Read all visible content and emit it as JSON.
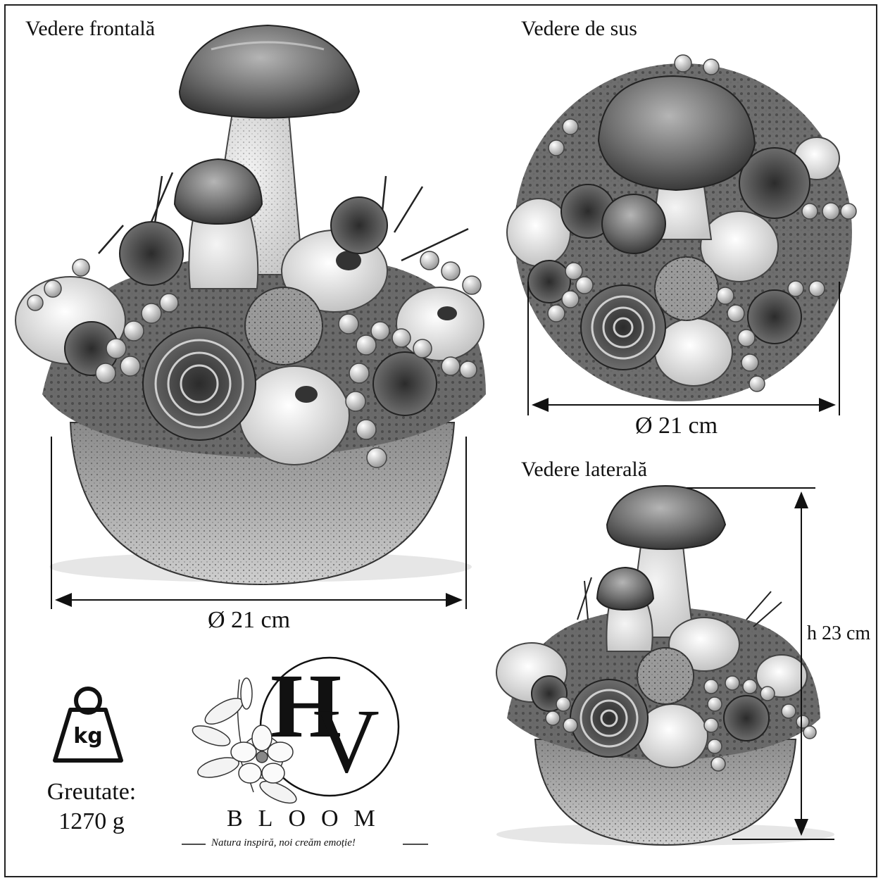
{
  "views": {
    "front": {
      "label": "Vedere frontală",
      "dimension": "Ø 21 cm"
    },
    "top": {
      "label": "Vedere de sus",
      "dimension": "Ø 21 cm"
    },
    "side": {
      "label": "Vedere laterală",
      "dimension": "h 23 cm"
    }
  },
  "weight": {
    "icon": "kg",
    "label": "Greutate:",
    "value": "1270 g"
  },
  "brand": {
    "monogram_h": "H",
    "monogram_v": "V",
    "name": "BLOOM",
    "tagline": "Natura inspiră, noi creăm emoție!"
  },
  "icons": [
    "weight-kg-icon",
    "floral-logo-icon"
  ],
  "colors": {
    "ink": "#111111",
    "background": "#ffffff"
  }
}
